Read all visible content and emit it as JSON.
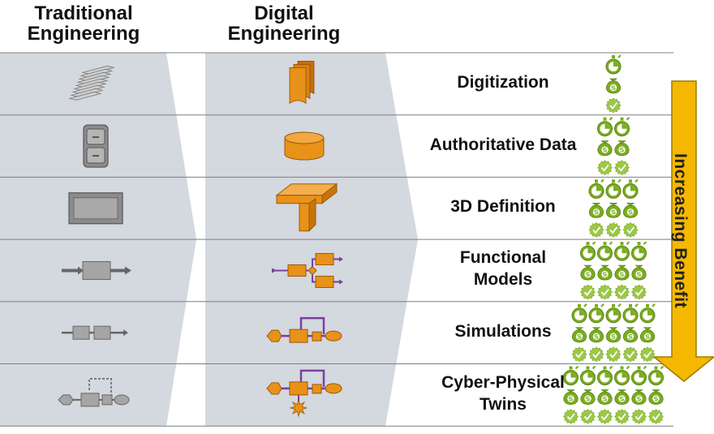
{
  "headers": {
    "traditional": [
      "Traditional",
      "Engineering"
    ],
    "digital": [
      "Digital",
      "Engineering"
    ]
  },
  "rows": [
    {
      "label": [
        "Digitization"
      ],
      "traditional_icon": "paper-stack-icon",
      "digital_icon": "document-icon",
      "benefit_level": 1
    },
    {
      "label": [
        "Authoritative Data"
      ],
      "traditional_icon": "file-cabinet-icon",
      "digital_icon": "database-icon",
      "benefit_level": 2
    },
    {
      "label": [
        "3D Definition"
      ],
      "traditional_icon": "drawing-sheet-icon",
      "digital_icon": "3d-part-icon",
      "benefit_level": 3
    },
    {
      "label": [
        "Functional",
        "Models"
      ],
      "traditional_icon": "process-block-icon",
      "digital_icon": "functional-model-icon",
      "benefit_level": 4
    },
    {
      "label": [
        "Simulations"
      ],
      "traditional_icon": "block-chain-icon",
      "digital_icon": "simulation-icon",
      "benefit_level": 5
    },
    {
      "label": [
        "Cyber-Physical",
        "Twins"
      ],
      "traditional_icon": "loop-diagram-icon",
      "digital_icon": "cyber-twin-icon",
      "benefit_level": 6
    }
  ],
  "benefit_arrow": {
    "label": "Increasing Benefit",
    "color": "#f5b800"
  },
  "benefit_icons": [
    "stopwatch-icon",
    "money-bag-icon",
    "quality-badge-icon"
  ],
  "colors": {
    "band": "#d4d8df",
    "traditional_icon": "#8c8c8c",
    "digital_icon": "#e8921a",
    "benefit_icon": "#7aac1f",
    "connector": "#7a3fa0"
  }
}
